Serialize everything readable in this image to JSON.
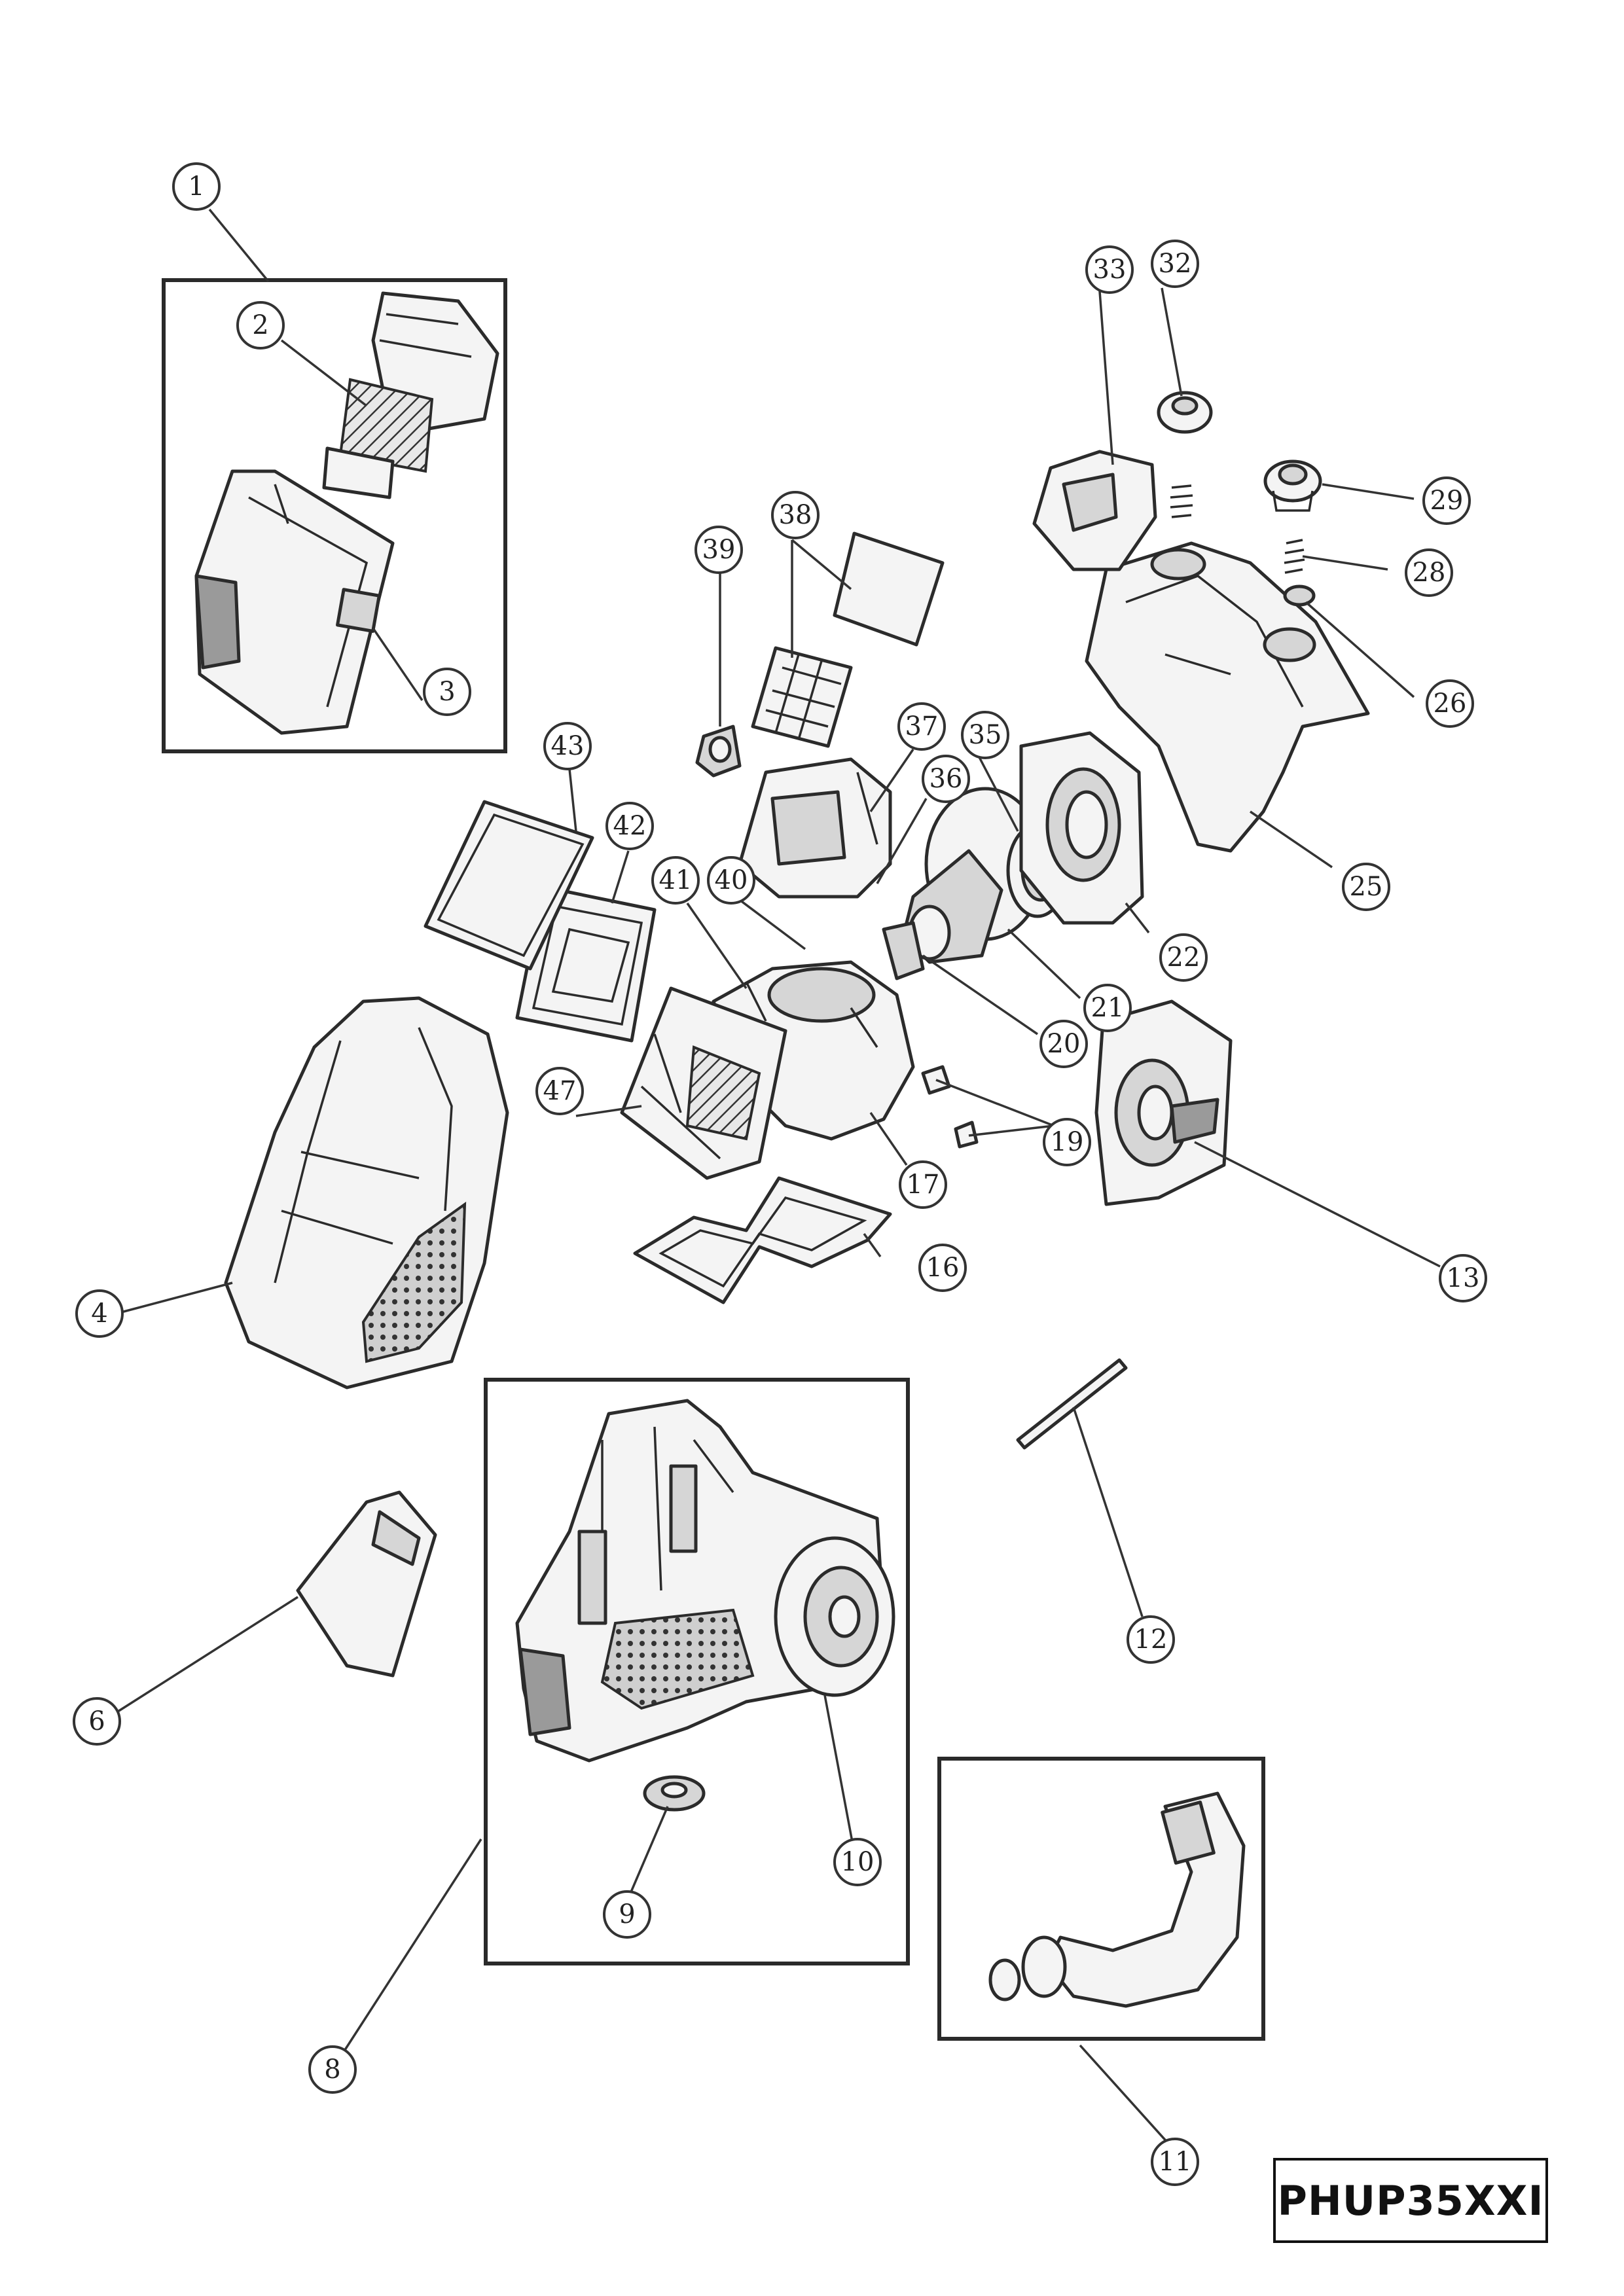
{
  "model_label": "PHUP35XXI",
  "callouts": {
    "c1": "1",
    "c2": "2",
    "c3": "3",
    "c4": "4",
    "c6": "6",
    "c8": "8",
    "c9": "9",
    "c10": "10",
    "c11": "11",
    "c12": "12",
    "c13": "13",
    "c16": "16",
    "c17": "17",
    "c19": "19",
    "c20": "20",
    "c21": "21",
    "c22": "22",
    "c25": "25",
    "c26": "26",
    "c28": "28",
    "c29": "29",
    "c32": "32",
    "c33": "33",
    "c35": "35",
    "c36": "36",
    "c37": "37",
    "c38": "38",
    "c39": "39",
    "c40": "40",
    "c41": "41",
    "c42": "42",
    "c43": "43",
    "c47": "47"
  }
}
